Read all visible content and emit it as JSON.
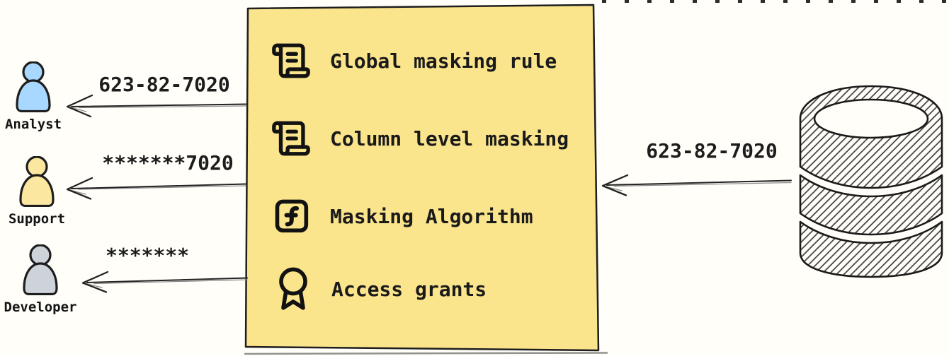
{
  "personas": [
    {
      "name": "Analyst",
      "value": "623-82-7020",
      "fill": "#A8D8FF",
      "icon": "person-icon"
    },
    {
      "name": "Support",
      "value": "*******7020",
      "fill": "#FBE7A0",
      "icon": "person-icon"
    },
    {
      "name": "Developer",
      "value": "*******",
      "fill": "#CDD3D9",
      "icon": "person-icon"
    }
  ],
  "masking_box": {
    "background": "#FAE48C",
    "items": [
      {
        "label": "Global masking rule",
        "icon": "scroll-icon"
      },
      {
        "label": "Column level masking",
        "icon": "scroll-icon"
      },
      {
        "label": "Masking Algorithm",
        "icon": "function-icon"
      },
      {
        "label": "Access grants",
        "icon": "award-icon"
      }
    ]
  },
  "database": {
    "value": "623-82-7020",
    "icon": "database-icon"
  }
}
